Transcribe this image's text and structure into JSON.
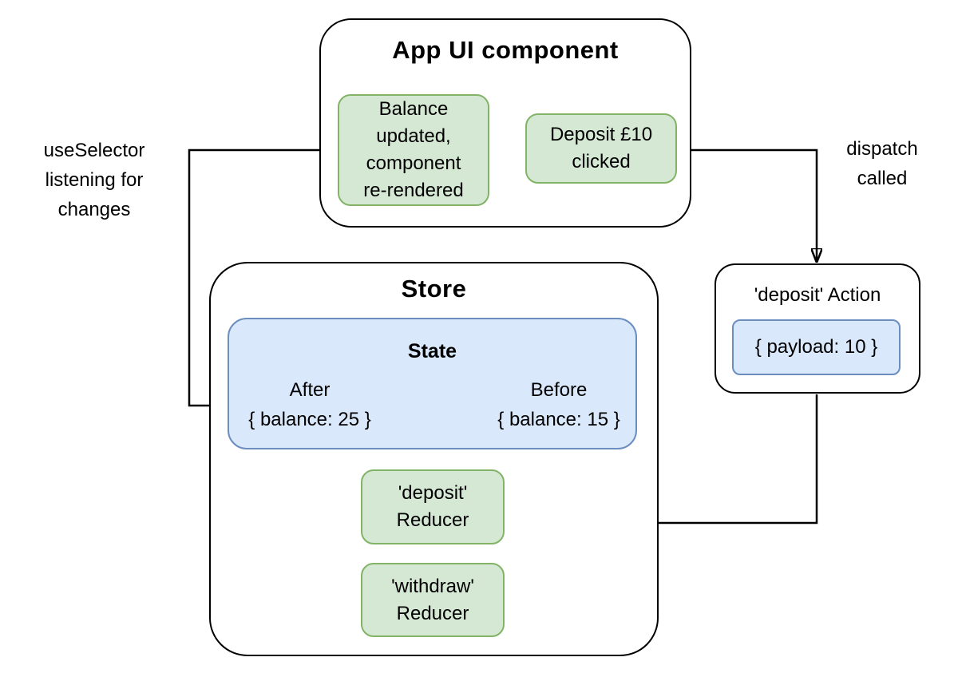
{
  "app_ui": {
    "title": "App UI component",
    "balance_node": "Balance\nupdated,\ncomponent\nre-rendered",
    "deposit_clicked_node": "Deposit £10\nclicked"
  },
  "store": {
    "title": "Store",
    "state": {
      "title": "State",
      "after_label": "After",
      "after_value": "{ balance: 25 }",
      "before_label": "Before",
      "before_value": "{ balance: 15 }"
    },
    "deposit_reducer": "'deposit'\nReducer",
    "withdraw_reducer": "'withdraw'\nReducer"
  },
  "action": {
    "title": "'deposit' Action",
    "payload": "{ payload: 10 }"
  },
  "annotations": {
    "use_selector": "useSelector\nlistening for\nchanges",
    "dispatch": "dispatch\ncalled"
  },
  "colors": {
    "node_green_fill": "#d5e8d4",
    "node_green_border": "#82b366",
    "node_blue_fill": "#dae8fc",
    "node_blue_border": "#6c8ebf",
    "line": "#000000",
    "text": "#000000",
    "background": "#ffffff"
  }
}
